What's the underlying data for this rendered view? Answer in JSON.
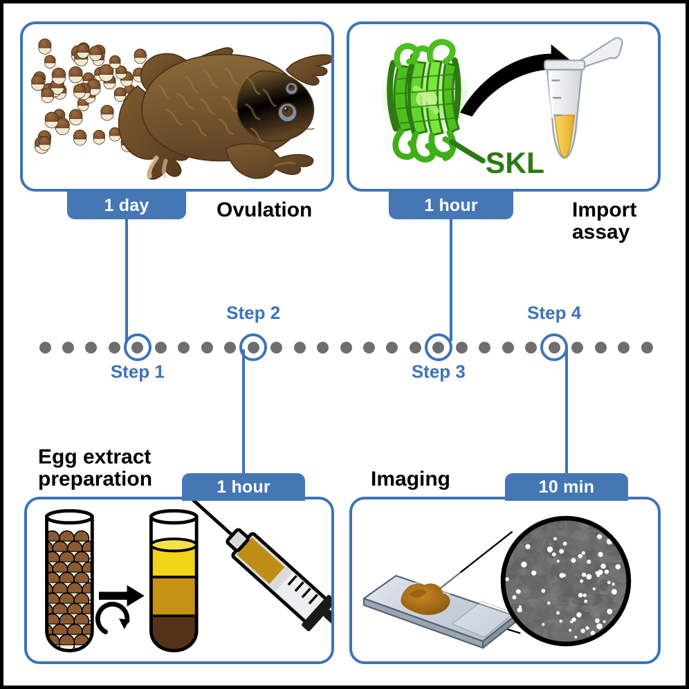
{
  "figure": {
    "type": "workflow-timeline",
    "title": "Xenopus egg extract peroxisomal import assay workflow",
    "accent_blue": "#3d73b8",
    "badge_blue": "#4477b4",
    "timeline_dot_gray": "#6e6e6e",
    "frame_color": "#000000",
    "background": "#ffffff"
  },
  "timeline": {
    "total_dots": 27,
    "steps": [
      {
        "id": "step1",
        "label": "Step 1",
        "label_position": "below",
        "dot_index": 4,
        "duration": "1 day",
        "panel": "ovulation"
      },
      {
        "id": "step2",
        "label": "Step 2",
        "label_position": "above",
        "dot_index": 9,
        "duration": "1 hour",
        "panel": "egg-extract-preparation"
      },
      {
        "id": "step3",
        "label": "Step 3",
        "label_position": "below",
        "dot_index": 17,
        "duration": "1 hour",
        "panel": "import-assay"
      },
      {
        "id": "step4",
        "label": "Step 4",
        "label_position": "above",
        "dot_index": 22,
        "duration": "10 min",
        "panel": "imaging"
      }
    ]
  },
  "panels": [
    {
      "id": "ovulation",
      "title": "Ovulation",
      "duration_badge": "1 day",
      "step": "Step 1",
      "position": "top-left",
      "illustration": "xenopus-frog-with-scattered-eggs",
      "colors": {
        "frog_body": "#7a5a32",
        "frog_dark": "#5b4122",
        "frog_light": "#9c7740",
        "egg_dark": "#6b4526",
        "egg_light": "#f2ead0"
      }
    },
    {
      "id": "import-assay",
      "title": "Import\nassay",
      "duration_badge": "1 hour",
      "step": "Step 3",
      "position": "top-right",
      "illustration": "gfp-barrel-arrow-eppendorf-tube",
      "protein_label": "SKL",
      "colors": {
        "gfp_bright": "#5ecb22",
        "gfp_mid": "#3fae18",
        "gfp_dark": "#2d7a12",
        "tube_liquid": "#f0c243",
        "tube_body": "#e8eaec",
        "arrow": "#000000"
      }
    },
    {
      "id": "egg-extract-preparation",
      "title": "Egg extract\npreparation",
      "duration_badge": "1 hour",
      "step": "Step 2",
      "position": "bottom-left",
      "illustration": "eggs-tube-centrifuge-arrow-layered-tube-syringe",
      "colors": {
        "egg_brown": "#8a5a33",
        "egg_cream": "#f5edd6",
        "layer_yellow": "#f2d417",
        "layer_amber": "#c69214",
        "layer_dark": "#54331a",
        "syringe_body": "#d8dadc",
        "syringe_fluid": "#bf8d16"
      }
    },
    {
      "id": "imaging",
      "title": "Imaging",
      "duration_badge": "10 min",
      "step": "Step 4",
      "position": "bottom-right",
      "illustration": "microscope-slide-with-magnified-fluorescent-puncta-field",
      "colors": {
        "slide_glass": "#c3cbd8",
        "sample_drop": "#b5741a",
        "field_gray": "#6a6a6a",
        "puncta": "#ffffff"
      }
    }
  ]
}
